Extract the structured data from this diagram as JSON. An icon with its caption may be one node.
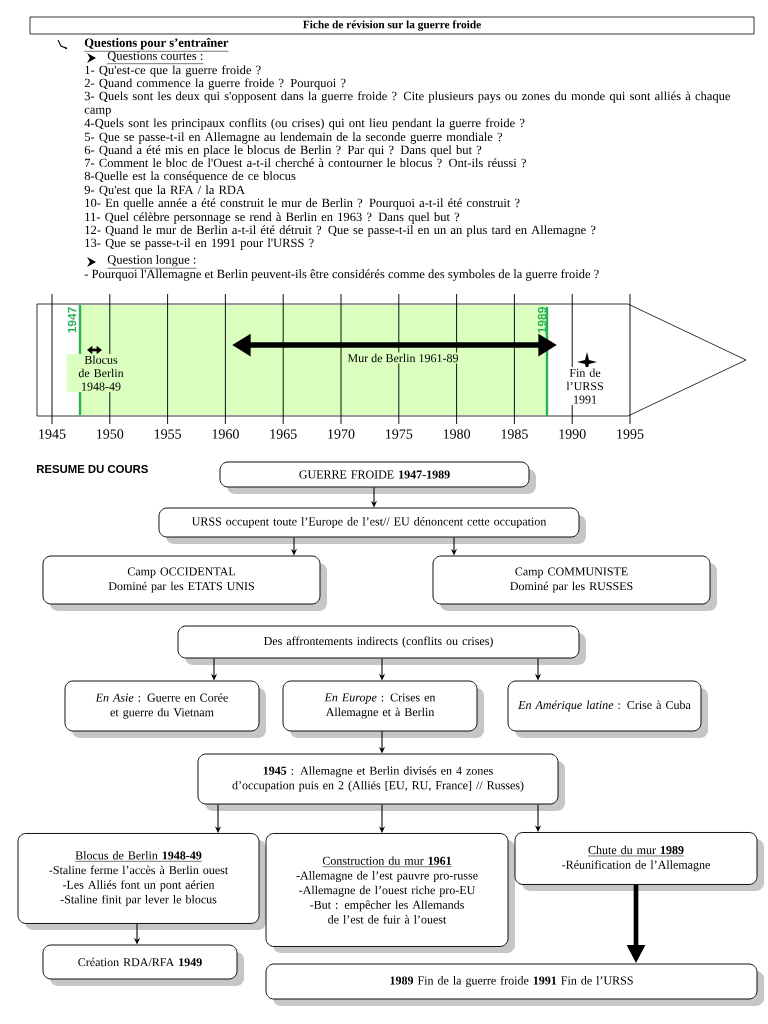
{
  "diagram": {
    "title": "Fiche de révision sur la guerre froide",
    "nodes": [
      {
        "text": [
          "GUERRE FROIDE **1947-1989**"
        ]
      },
      {
        "text": [
          "URSS occupent toute l’Europe de l’est// EU dénoncent cette occupation"
        ]
      },
      {
        "text": [
          "Camp OCCIDENTAL",
          "Dominé par les ETATS UNIS"
        ]
      },
      {
        "text": [
          "Camp COMMUNISTE",
          "Dominé par les RUSSES"
        ]
      },
      {
        "text": [
          "Des affrontements indirects (conflits ou crises)"
        ]
      },
      {
        "text": [
          "*En Asie* : Guerre en Corée et guerre du Vietnam"
        ]
      },
      {
        "text": [
          "*En Europe* : Crises en Allemagne et à Berlin"
        ]
      },
      {
        "text": [
          "*En Amérique latine* : Crise à Cuba"
        ]
      },
      {
        "text": [
          "**1945** : Allemagne et Berlin divisés en 4 zones d’occupation puis en 2 (Alliés [EU, RU, France] // Russes)"
        ]
      },
      {
        "text": [
          "Blocus de Berlin **1948-49**",
          "-Staline ferme l’accès à Berlin ouest",
          "-Les Alliés font un pont aérien",
          "-Staline finit par lever le blocus"
        ]
      },
      {
        "text": [
          "Construction du mur **1961**",
          "-Allemagne de l’est pauvre pro-russe",
          "-Allemagne de l’ouest riche pro-EU",
          "-But : empêcher les Allemands de l’est de fuir à l’ouest"
        ]
      },
      {
        "text": [
          "Chute du mur **1989**",
          "-Réunification de l’Allemagne"
        ]
      },
      {
        "text": [
          "Création RDA/RFA **1949**"
        ]
      },
      {
        "text": [
          "**1989** Fin de la guerre froide **1991** Fin de l’URSS"
        ]
      }
    ],
    "edges": [
      {
        "from": 0,
        "to": 1,
        "arrow": "to"
      },
      {
        "from": 1,
        "to": 2,
        "arrow": "to"
      },
      {
        "from": 1,
        "to": 3,
        "arrow": "to"
      },
      {
        "from": 4,
        "to": 5,
        "arrow": "to"
      },
      {
        "from": 4,
        "to": 6,
        "arrow": "to"
      },
      {
        "from": 4,
        "to": 7,
        "arrow": "to"
      },
      {
        "from": 6,
        "to": 8,
        "arrow": "to"
      },
      {
        "from": 8,
        "to": 9,
        "arrow": "to"
      },
      {
        "from": 8,
        "to": 10,
        "arrow": "to"
      },
      {
        "from": 8,
        "to": 11,
        "arrow": "to"
      },
      {
        "from": 9,
        "to": 12,
        "arrow": "to"
      },
      {
        "from": 11,
        "to": 13,
        "arrow": "to",
        "style": "thick"
      }
    ],
    "labels": [
      "Questions pour s’entraîner",
      "Questions courtes :",
      "1- Qu'est-ce que la guerre froide ?",
      "2- Quand commence la guerre froide ? Pourquoi ?",
      "3- Quels sont les deux qui s'opposent dans la guerre froide ? Cite plusieurs pays ou zones du monde qui sont alliés à chaque camp",
      "4-Quels sont les principaux conflits (ou crises) qui ont lieu pendant la guerre froide ?",
      "5- Que se passe-t-il en Allemagne au lendemain de la seconde guerre mondiale ?",
      "6- Quand a été mis en place le blocus de Berlin ? Par qui ? Dans quel but ?",
      "7- Comment le bloc de l'Ouest a-t-il cherché à contourner le blocus ? Ont-ils réussi ?",
      "8-Quelle est la conséquence de ce blocus",
      "9- Qu'est que la RFA / la RDA",
      "10- En quelle année a été construit le mur de Berlin ? Pourquoi a-t-il été construit ?",
      "11- Quel célèbre personnage se rend à Berlin en 1963 ? Dans quel but ?",
      "12- Quand le mur de Berlin a-t-il été détruit ? Que se passe-t-il en un an plus tard en Allemagne ?",
      "13- Que se passe-t-il en 1991 pour l'URSS ?",
      "Question longue :",
      "- Pourquoi l'Allemagne et Berlin peuvent-ils être considérés comme des symboles de la guerre froide ?",
      "1947",
      "Mur de Berlin 1961-89",
      "1989",
      "Blocus de Berlin 1948-49",
      "Fin de l’URSS 1991",
      "1945",
      "1950",
      "1955",
      "1960",
      "1965",
      "1970",
      "1975",
      "1980",
      "1985",
      "1990",
      "1995",
      "RESUME DU COURS"
    ]
  }
}
